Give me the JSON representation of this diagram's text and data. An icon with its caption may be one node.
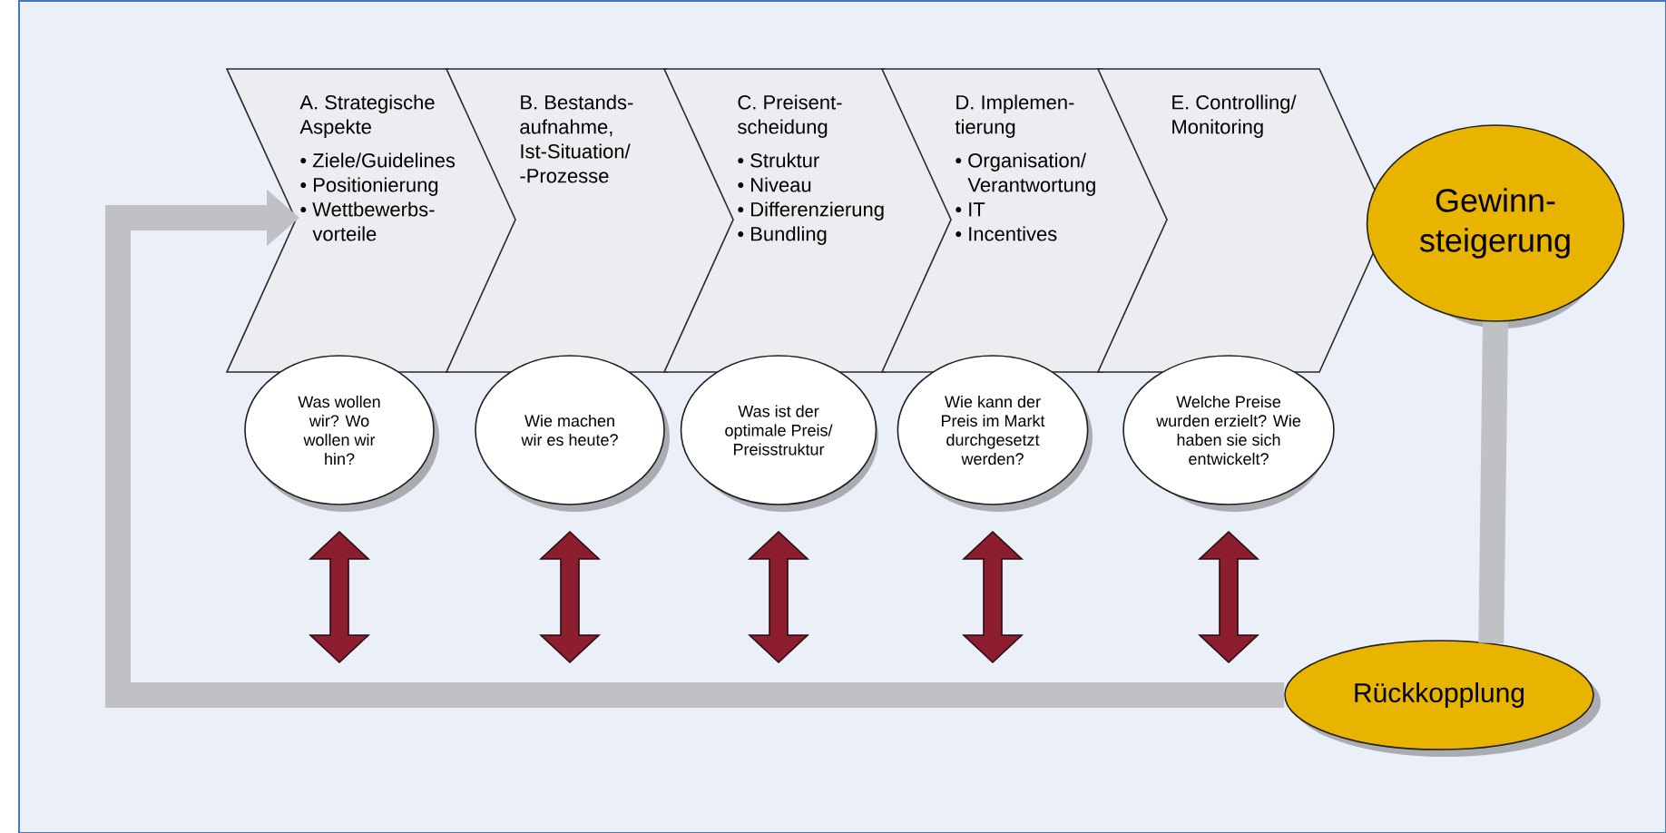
{
  "diagram": {
    "nodes": [
      {
        "text": [
          "A. Strategische Aspekte",
          "• Ziele/Guidelines",
          "• Positionierung",
          "• Wettbewerbs- vorteile"
        ]
      },
      {
        "text": [
          "B. Bestands- aufnahme, Ist-Situation/ -Prozesse"
        ]
      },
      {
        "text": [
          "C. Preisent- scheidung",
          "• Struktur",
          "• Niveau",
          "• Differenzierung",
          "• Bundling"
        ]
      },
      {
        "text": [
          "D. Implemen- tierung",
          "• Organisation/ Verantwortung",
          "• IT",
          "• Incentives"
        ]
      },
      {
        "text": [
          "E. Controlling/ Monitoring"
        ]
      },
      {
        "text": [
          "Was wollen wir? Wo wollen wir hin?"
        ]
      },
      {
        "text": [
          "Wie machen wir es heute?"
        ]
      },
      {
        "text": [
          "Was ist der optimale Preis/ Preisstruktur"
        ]
      },
      {
        "text": [
          "Wie kann der Preis im Markt durchgesetzt werden?"
        ]
      },
      {
        "text": [
          "Welche Preise wurden erzielt? Wie haben sie sich entwickelt?"
        ]
      },
      {
        "text": [
          "Gewinn- steigerung"
        ]
      },
      {
        "text": [
          "Rückkopplung"
        ]
      }
    ],
    "edges": [
      {
        "from": 10,
        "to": 11,
        "arrow": "none"
      },
      {
        "from": 11,
        "to": 0,
        "arrow": "to"
      }
    ]
  }
}
